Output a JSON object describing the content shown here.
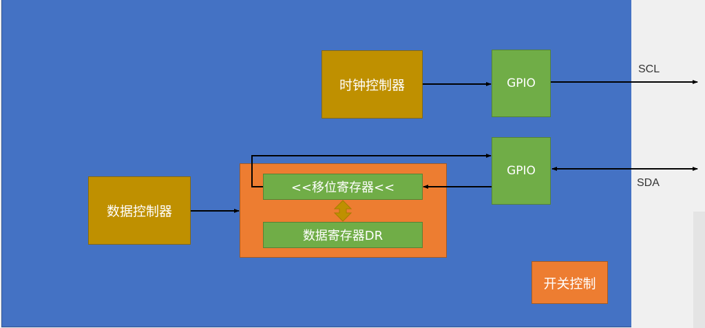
{
  "diagram": {
    "blocks": {
      "clock_controller": "时钟控制器",
      "data_controller": "数据控制器",
      "shift_register": "<<移位寄存器<<",
      "data_register": "数据寄存器DR",
      "gpio_scl": "GPIO",
      "gpio_sda": "GPIO",
      "switch_control": "开关控制"
    },
    "signals": {
      "scl": "SCL",
      "sda": "SDA"
    },
    "colors": {
      "background": "#4472c4",
      "controller": "#bf9000",
      "gpio": "#70ad47",
      "register_group": "#ed7d31",
      "wire": "#000000"
    }
  }
}
